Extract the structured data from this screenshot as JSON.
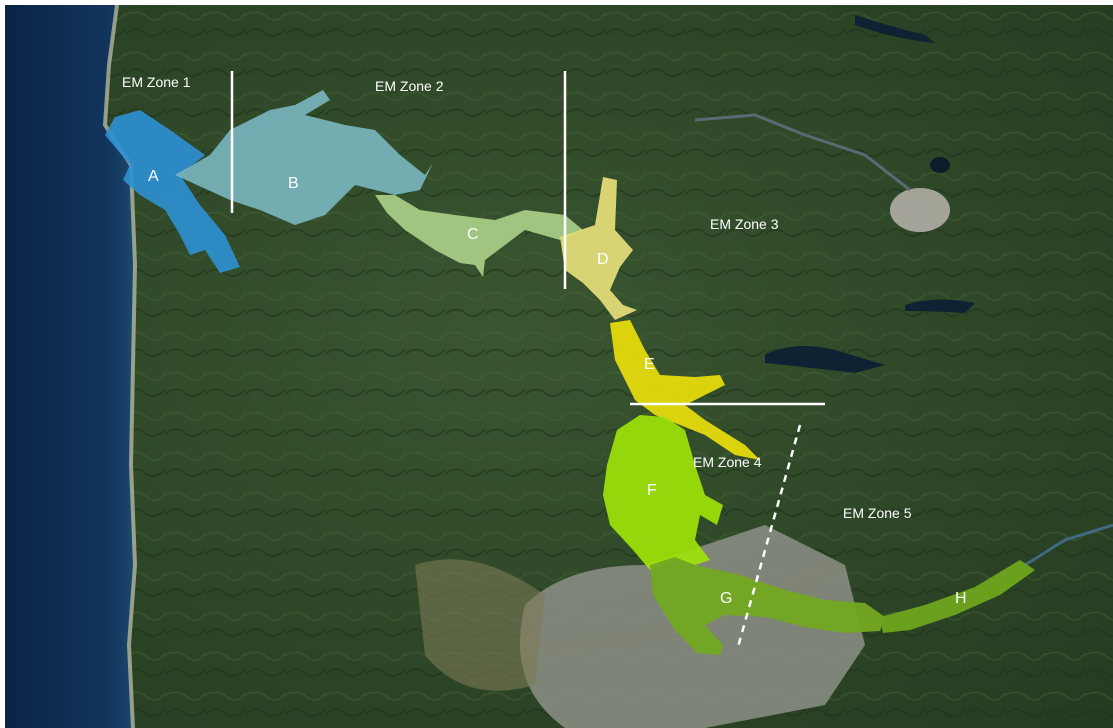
{
  "zones": [
    {
      "id": "zone-1",
      "label": "EM Zone 1"
    },
    {
      "id": "zone-2",
      "label": "EM Zone 2"
    },
    {
      "id": "zone-3",
      "label": "EM Zone 3"
    },
    {
      "id": "zone-4",
      "label": "EM Zone 4"
    },
    {
      "id": "zone-5",
      "label": "EM Zone 5"
    }
  ],
  "reaches": [
    {
      "id": "A",
      "label": "A",
      "color": "#2e8fd0"
    },
    {
      "id": "B",
      "label": "B",
      "color": "#78b4bd"
    },
    {
      "id": "C",
      "label": "C",
      "color": "#a9cf88"
    },
    {
      "id": "D",
      "label": "D",
      "color": "#e7e07a"
    },
    {
      "id": "E",
      "label": "E",
      "color": "#e9de0c"
    },
    {
      "id": "F",
      "label": "F",
      "color": "#9ee30a"
    },
    {
      "id": "G",
      "label": "G",
      "color": "#72a820"
    },
    {
      "id": "H",
      "label": "H",
      "color": "#6ea51c"
    }
  ],
  "colors": {
    "ocean": "#0d2a4a",
    "forest": "#2f4a28",
    "urban": "#8d8f86",
    "boundary": "#ffffff"
  }
}
